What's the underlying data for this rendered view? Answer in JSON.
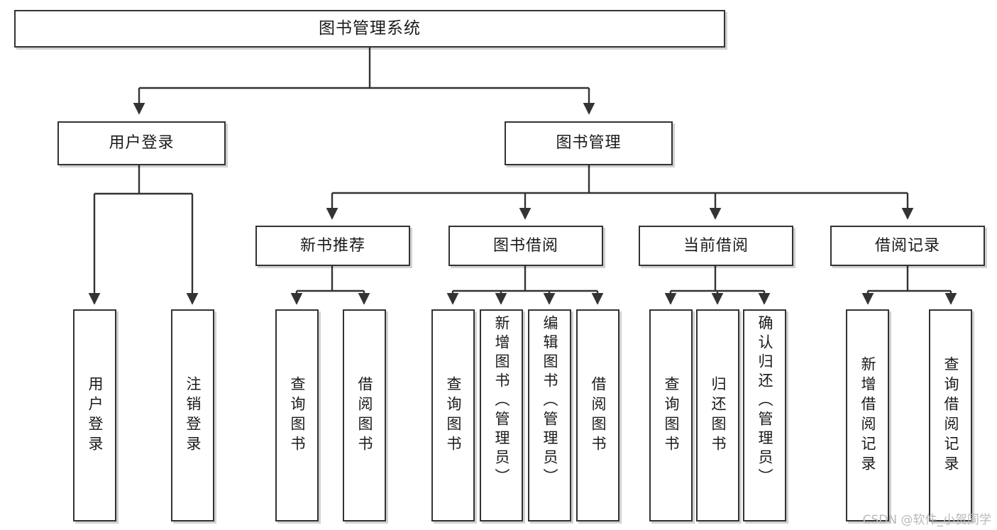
{
  "diagram": {
    "type": "tree",
    "title": "图书管理系统",
    "orientation": "top-down",
    "colors": {
      "box_border": "#333333",
      "box_fill": "#ffffff",
      "edge": "#333333",
      "text": "#1a1a1a",
      "watermark": "#b9b9b9",
      "background": "#ffffff"
    },
    "watermark": "CSDN @软件_小贺同学",
    "nodes": {
      "root": {
        "label": "图书管理系统"
      },
      "level2": [
        {
          "id": "user-login",
          "label": "用户登录"
        },
        {
          "id": "book-manage",
          "label": "图书管理"
        }
      ],
      "level3": [
        {
          "id": "new-book-recommend",
          "label": "新书推荐"
        },
        {
          "id": "book-borrow",
          "label": "图书借阅"
        },
        {
          "id": "current-borrow",
          "label": "当前借阅"
        },
        {
          "id": "borrow-record",
          "label": "借阅记录"
        }
      ],
      "leaves": {
        "user-login": [
          {
            "id": "leaf-user-login",
            "label": "用户登录"
          },
          {
            "id": "leaf-logout-login",
            "label": "注销登录"
          }
        ],
        "new-book-recommend": [
          {
            "id": "leaf-query-book-1",
            "label": "查询图书"
          },
          {
            "id": "leaf-borrow-book-1",
            "label": "借阅图书"
          }
        ],
        "book-borrow": [
          {
            "id": "leaf-query-book-2",
            "label": "查询图书"
          },
          {
            "id": "leaf-add-book-admin",
            "label": "新增图书（管理员）"
          },
          {
            "id": "leaf-edit-book-admin",
            "label": "编辑图书（管理员）"
          },
          {
            "id": "leaf-borrow-book-2",
            "label": "借阅图书"
          }
        ],
        "current-borrow": [
          {
            "id": "leaf-query-book-3",
            "label": "查询图书"
          },
          {
            "id": "leaf-return-book",
            "label": "归还图书"
          },
          {
            "id": "leaf-confirm-return-admin",
            "label": "确认归还（管理员）"
          }
        ],
        "borrow-record": [
          {
            "id": "leaf-add-borrow-record",
            "label": "新增借阅记录"
          },
          {
            "id": "leaf-query-borrow-record",
            "label": "查询借阅记录"
          }
        ]
      }
    }
  }
}
